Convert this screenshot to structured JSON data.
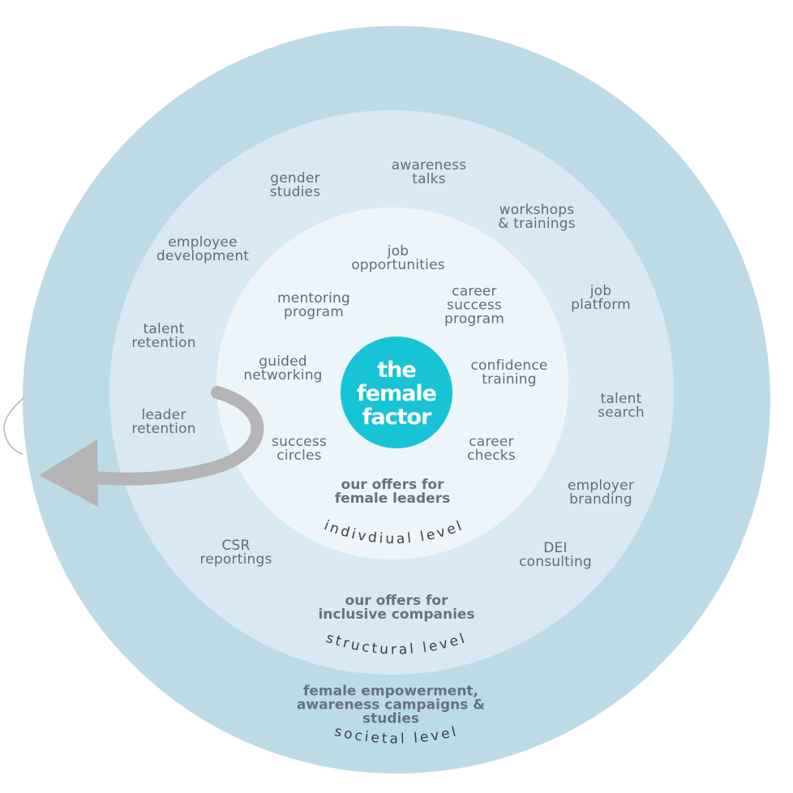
{
  "logo": {
    "lines": [
      "the",
      "female",
      "factor"
    ],
    "color": "#16c4d6"
  },
  "colors": {
    "outer_ring": "#bddbe7",
    "middle_ring": "#d9e9f4",
    "inner_circle": "#edf5fa",
    "arrow": "#b5b5b7"
  },
  "individual": {
    "items": [
      {
        "id": "job-opportunities",
        "lines": [
          "job",
          "opportunities"
        ]
      },
      {
        "id": "mentoring-program",
        "lines": [
          "mentoring",
          "program"
        ]
      },
      {
        "id": "career-success-program",
        "lines": [
          "career",
          "success",
          "program"
        ]
      },
      {
        "id": "guided-networking",
        "lines": [
          "guided",
          "networking"
        ]
      },
      {
        "id": "confidence-training",
        "lines": [
          "confidence",
          "training"
        ]
      },
      {
        "id": "success-circles",
        "lines": [
          "success",
          "circles"
        ]
      },
      {
        "id": "career-checks",
        "lines": [
          "career",
          "checks"
        ]
      }
    ],
    "heading": [
      "our offers for",
      "female leaders"
    ],
    "level_label": "indivdiual level"
  },
  "structural": {
    "items": [
      {
        "id": "gender-studies",
        "lines": [
          "gender",
          "studies"
        ]
      },
      {
        "id": "awareness-talks",
        "lines": [
          "awareness",
          "talks"
        ]
      },
      {
        "id": "workshops-trainings",
        "lines": [
          "workshops",
          "& trainings"
        ]
      },
      {
        "id": "employee-development",
        "lines": [
          "employee",
          "development"
        ]
      },
      {
        "id": "job-platform",
        "lines": [
          "job",
          "platform"
        ]
      },
      {
        "id": "talent-retention",
        "lines": [
          "talent",
          "retention"
        ]
      },
      {
        "id": "talent-search",
        "lines": [
          "talent",
          "search"
        ]
      },
      {
        "id": "leader-retention",
        "lines": [
          "leader",
          "retention"
        ]
      },
      {
        "id": "employer-branding",
        "lines": [
          "employer",
          "branding"
        ]
      },
      {
        "id": "csr-reportings",
        "lines": [
          "CSR",
          "reportings"
        ]
      },
      {
        "id": "dei-consulting",
        "lines": [
          "DEI",
          "consulting"
        ]
      }
    ],
    "heading": [
      "our offers for",
      "inclusive companies"
    ],
    "level_label": "structural level"
  },
  "societal": {
    "heading": [
      "female empowerment,",
      "awareness campaigns &",
      "studies"
    ],
    "level_label": "societal level"
  }
}
